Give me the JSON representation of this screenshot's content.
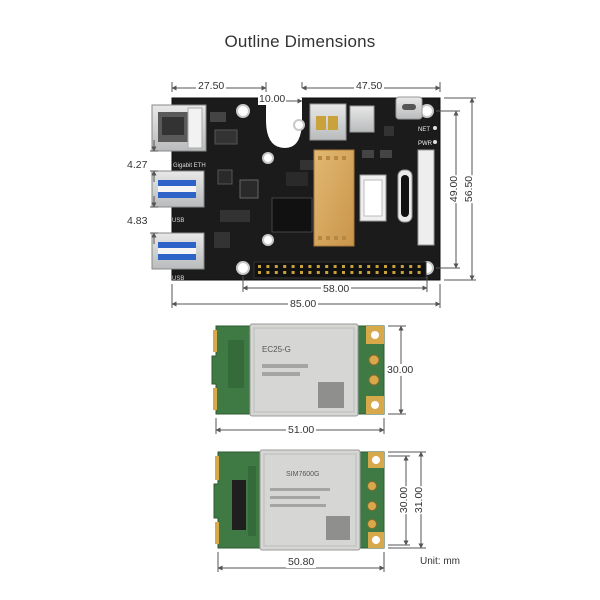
{
  "title": "Outline Dimensions",
  "board": {
    "labels": {
      "ethernet": "Gigabit ETH",
      "usb1": "USB",
      "usb2": "USB",
      "net": "NET",
      "pwr": "PWR"
    }
  },
  "dimensions": {
    "top_left_width": "27.50",
    "top_notch": "10.00",
    "top_right_width": "47.50",
    "eth_gap": "4.27",
    "usb_gap": "4.83",
    "hole_height": "49.00",
    "board_height": "56.50",
    "hole_spacing": "58.00",
    "board_width": "85.00"
  },
  "module1": {
    "chip_label": "EC25-G",
    "height": "30.00",
    "width": "51.00"
  },
  "module2": {
    "chip_label": "SIM7600G",
    "height_a": "30.00",
    "height_b": "31.00",
    "width": "50.80"
  },
  "unit": "Unit: mm",
  "colors": {
    "pcb_black": "#1b1b1b",
    "pcb_green": "#3f7a45",
    "gold": "#d7a94a",
    "shield": "#d6d7d5",
    "dim_line": "#555555"
  }
}
